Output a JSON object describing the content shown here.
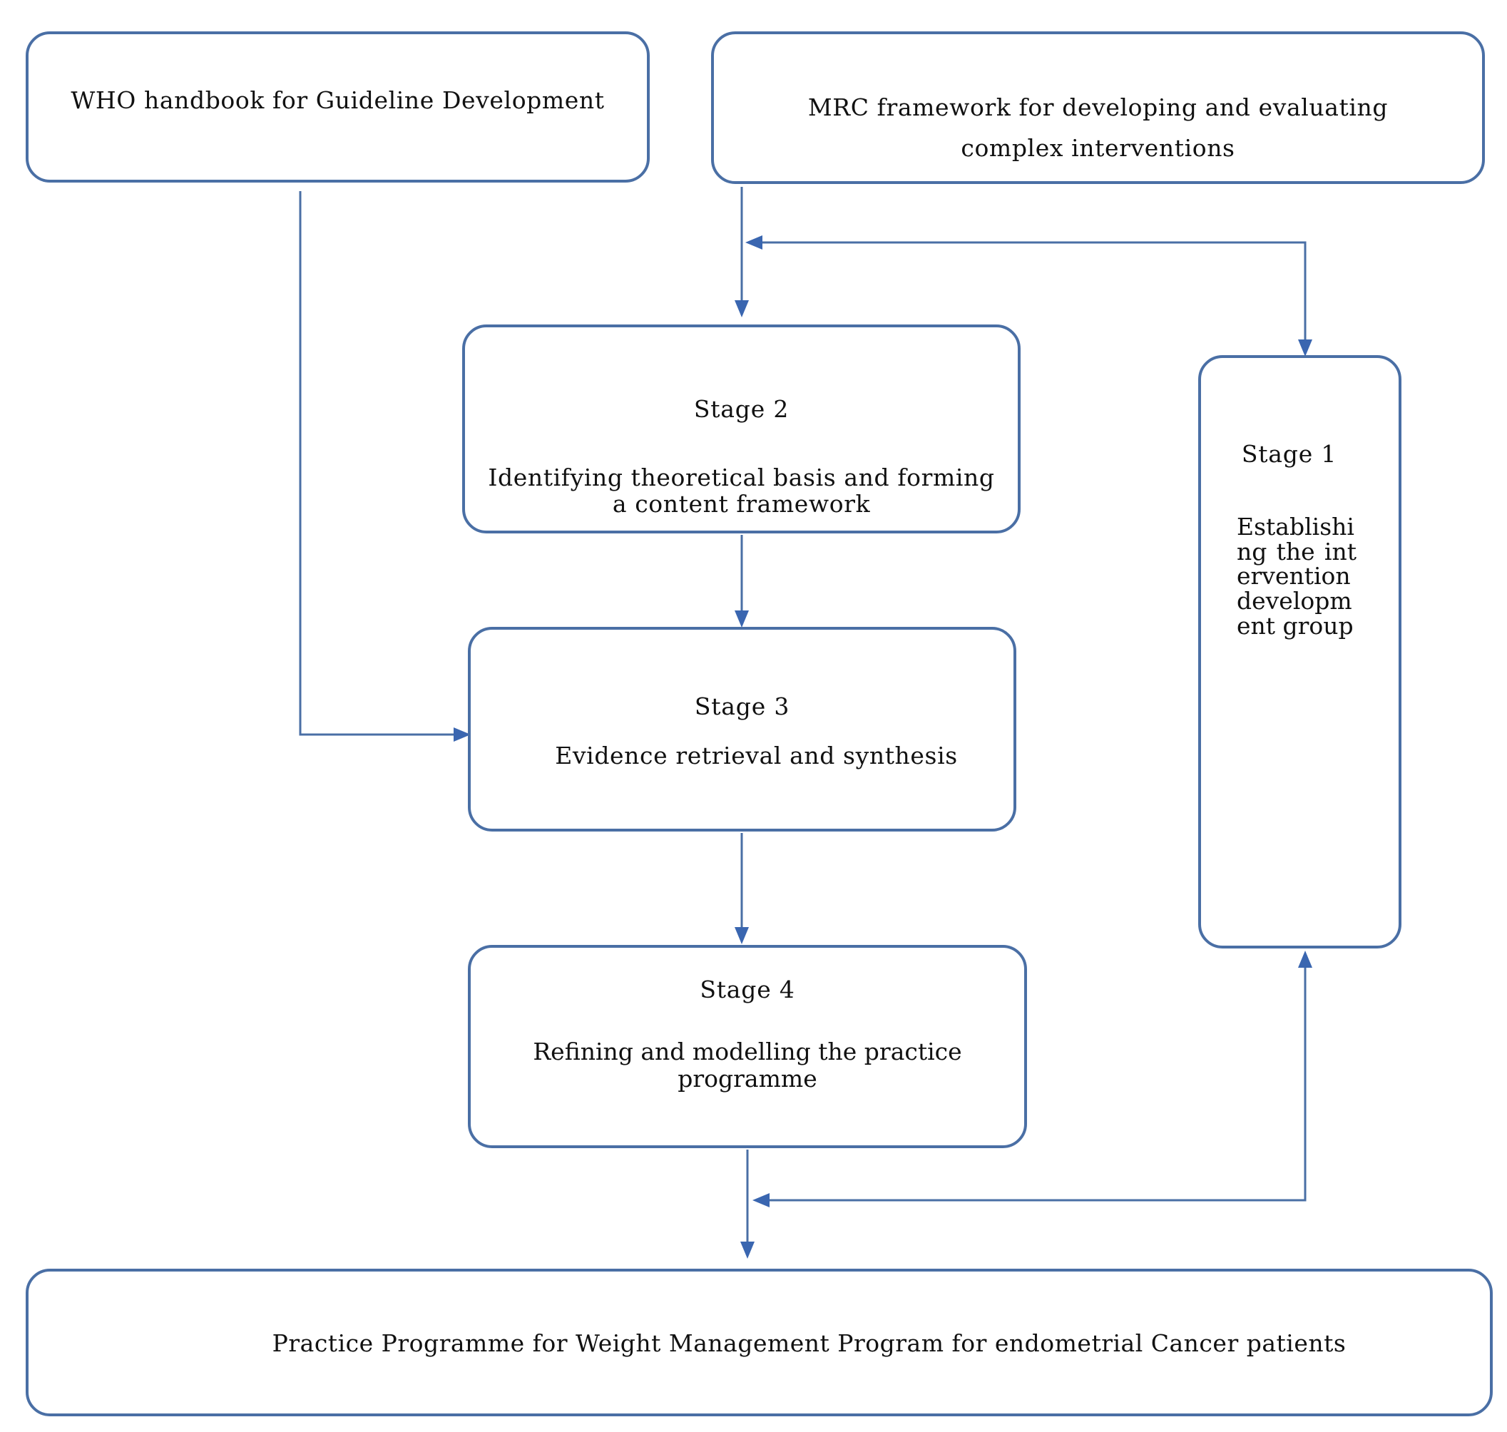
{
  "who_box": {
    "label": "WHO handbook for Guideline Development"
  },
  "mrc_box": {
    "label": "MRC framework for developing and evaluating complex interventions"
  },
  "stage2": {
    "title": "Stage 2",
    "description": "Identifying theoretical basis and forming a content framework"
  },
  "stage3": {
    "title": "Stage 3",
    "description": "Evidence retrieval and synthesis"
  },
  "stage4": {
    "title": "Stage 4",
    "description": "Refining and modelling the practice programme"
  },
  "stage1": {
    "title": "Stage 1",
    "description": "Establishing the intervention development group"
  },
  "final_box": {
    "label": "Practice Programme for Weight Management Program for endometrial Cancer patients"
  },
  "colors": {
    "line": "#4a6fa5",
    "arrow": "#3a66b0"
  }
}
